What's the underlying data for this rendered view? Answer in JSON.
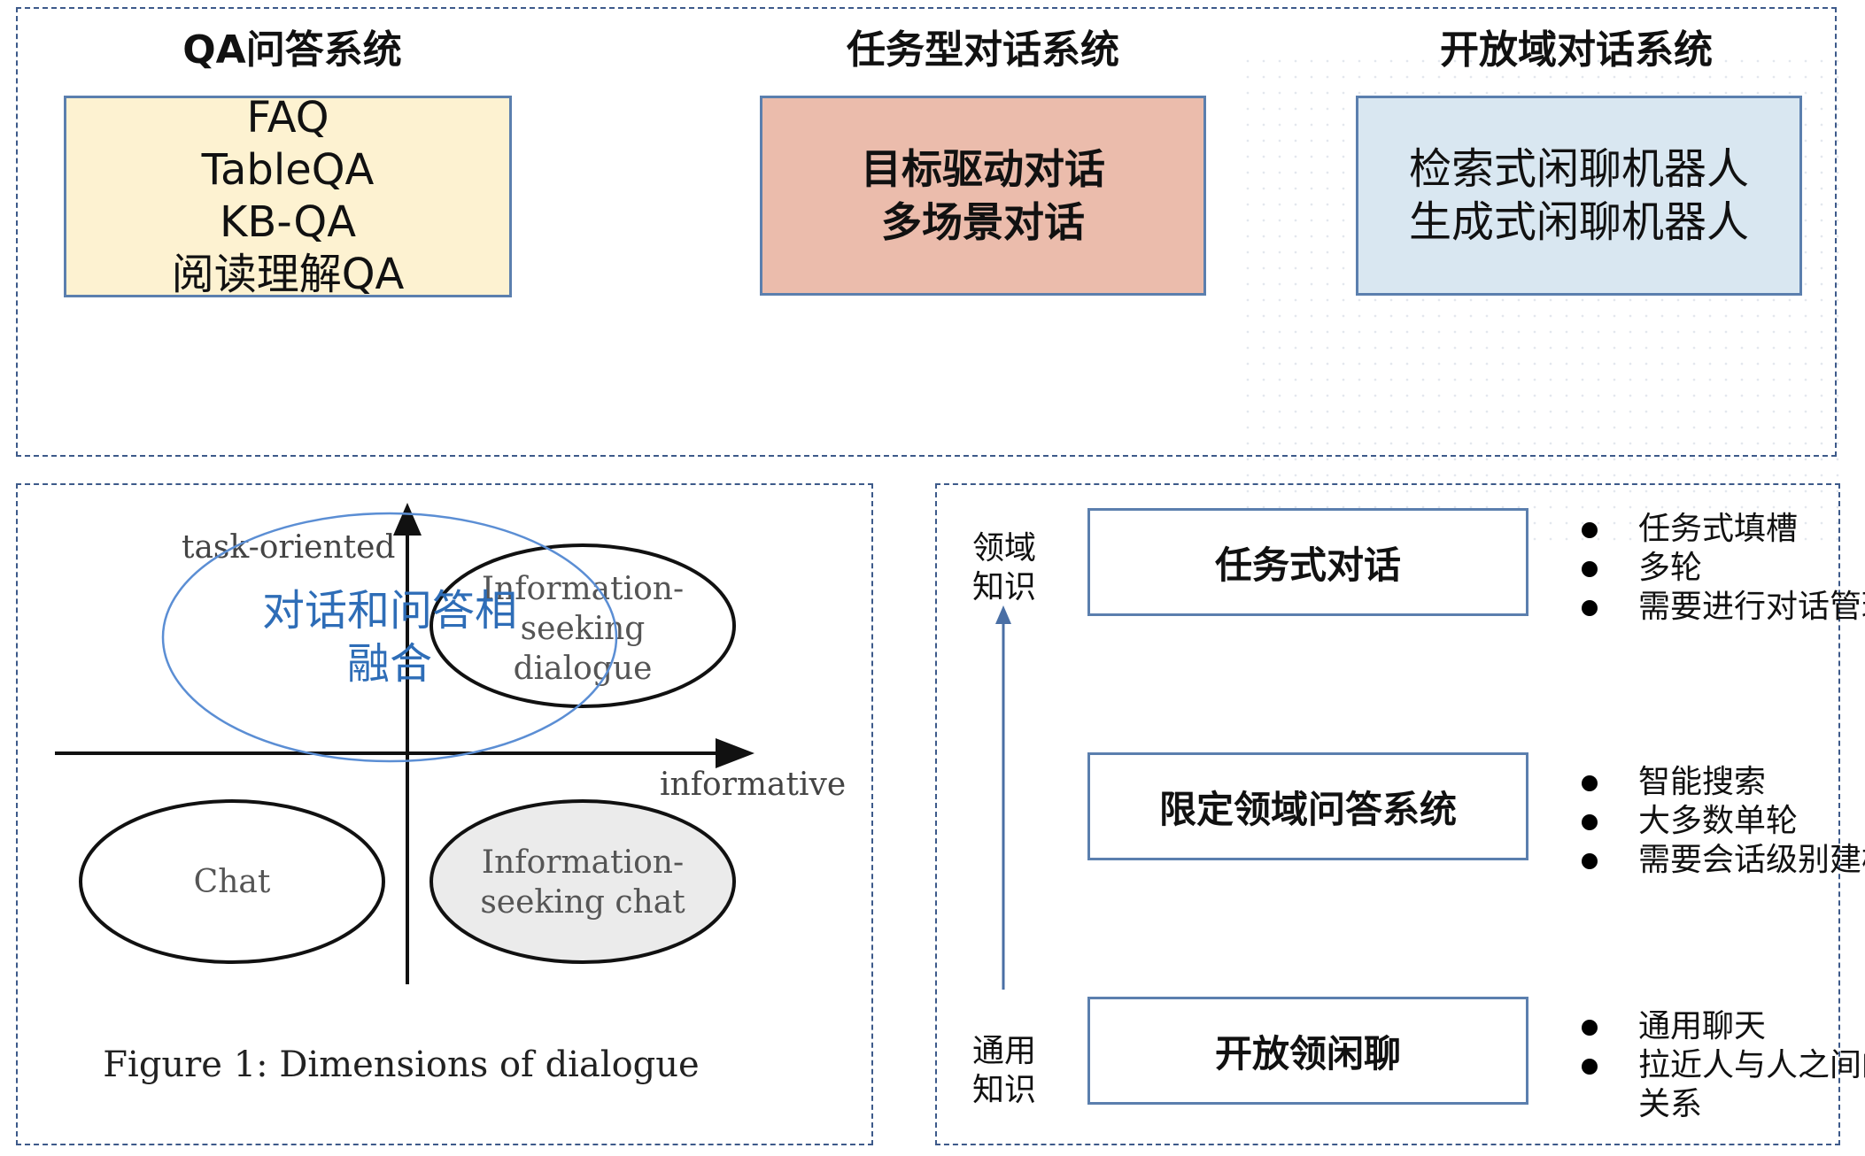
{
  "top": {
    "qa": {
      "title": "QA问答系统",
      "items": [
        "FAQ",
        "TableQA",
        "KB-QA",
        "阅读理解QA"
      ]
    },
    "task": {
      "title": "任务型对话系统",
      "items": [
        "目标驱动对话",
        "多场景对话"
      ]
    },
    "open": {
      "title": "开放域对话系统",
      "items": [
        "检索式闲聊机器人",
        "生成式闲聊机器人"
      ]
    }
  },
  "figure": {
    "y_axis_label": "task-oriented",
    "x_axis_label": "informative",
    "ellipse_top_right": [
      "Information-",
      "seeking",
      "dialogue"
    ],
    "ellipse_bottom_left": "Chat",
    "ellipse_bottom_right": [
      "Information-",
      "seeking chat"
    ],
    "caption": "Figure 1: Dimensions of dialogue",
    "overlay_text": [
      "对话和问答相",
      "融合"
    ],
    "overlay_color": "#2e6db7"
  },
  "spectrum": {
    "axis_top": [
      "领域",
      "知识"
    ],
    "axis_bottom": [
      "通用",
      "知识"
    ],
    "levels": [
      {
        "label": "任务式对话",
        "bullets": [
          "任务式填槽",
          "多轮",
          "需要进行对话管理"
        ]
      },
      {
        "label": "限定领域问答系统",
        "bullets": [
          "智能搜索",
          "大多数单轮",
          "需要会话级别建模"
        ]
      },
      {
        "label": "开放领闲聊",
        "bullets": [
          "通用聊天",
          "拉近人与人之间的关系"
        ]
      }
    ]
  },
  "colors": {
    "border": "#3d5a8a",
    "box_border": "#5b7fae",
    "qa_fill": "#fdf2d1",
    "task_fill": "#ebbcac",
    "open_fill": "#d9e7f1"
  }
}
